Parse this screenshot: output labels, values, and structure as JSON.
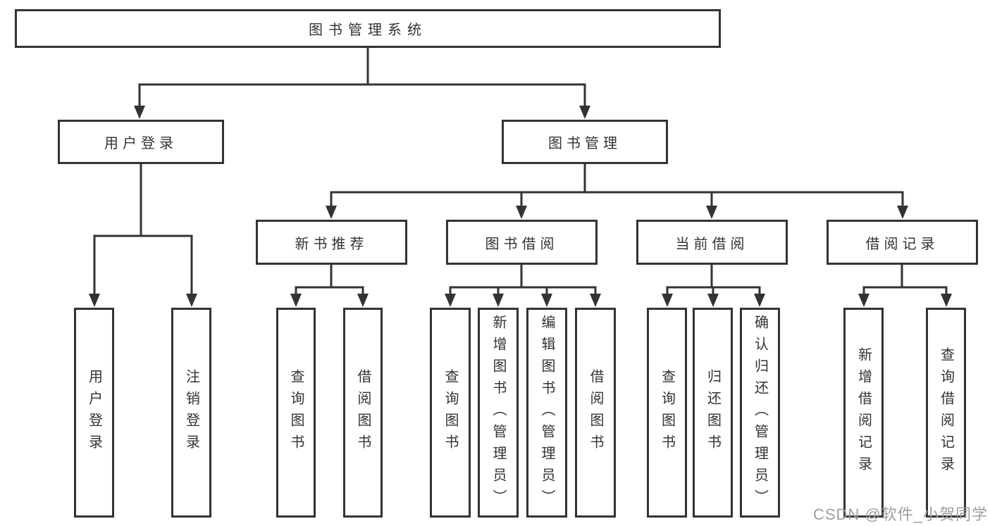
{
  "nodes": {
    "root": "图书管理系统",
    "branches": [
      "用户登录",
      "图书管理"
    ],
    "modules": [
      "新书推荐",
      "图书借阅",
      "当前借阅",
      "借阅记录"
    ],
    "leaves": [
      "用户登录",
      "注销登录",
      "查询图书",
      "借阅图书",
      "查询图书",
      "新增图书（管理员）",
      "编辑图书（管理员）",
      "借阅图书",
      "查询图书",
      "归还图书",
      "确认归还（管理员）",
      "新增借阅记录",
      "查询借阅记录"
    ]
  },
  "watermark": "CSDN @软件_小贺同学",
  "colors": {
    "line": "#333333",
    "box_border": "#333333",
    "box_fill": "#ffffff",
    "text": "#333333",
    "watermark": "#9e9e9e"
  }
}
